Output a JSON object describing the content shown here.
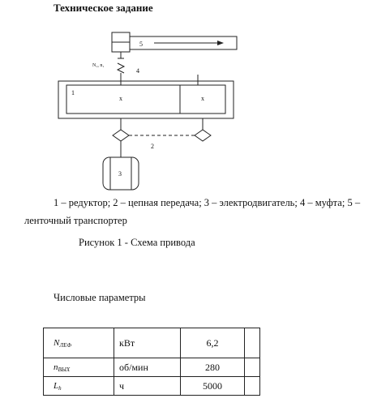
{
  "document": {
    "title": "Техническое задание",
    "caption_line1": "1 – редуктор; 2 – цепная передача; 3 – электродвигатель; 4 – муфта; 5 –",
    "caption_line2": "ленточный транспортер",
    "figure_label": "Рисунок 1 - Схема привода",
    "params_heading": "Числовые параметры"
  },
  "diagram": {
    "labels": {
      "conveyor": "5",
      "coupling": "4",
      "n_label": "N₁, n₁",
      "reducer": "1",
      "shaft_mark_left": "x",
      "shaft_mark_right": "x",
      "chain": "2",
      "motor": "3"
    }
  },
  "params": [
    {
      "symbol": "N",
      "subscript": "ЛЕФ",
      "unit": "кВт",
      "value": "6,2"
    },
    {
      "symbol": "n",
      "subscript": "ВЫХ",
      "unit": "об/мин",
      "value": "280"
    },
    {
      "symbol": "L",
      "subscript": "h",
      "unit": "ч",
      "value": "5000"
    }
  ]
}
